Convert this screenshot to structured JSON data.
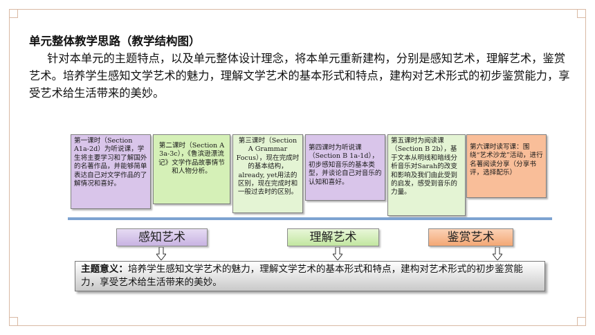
{
  "heading": "单元整体教学思路（教学结构图）",
  "intro": "针对本单元的主题特点，以及单元整体设计理念，将本单元重新建构，分别是感知艺术，理解艺术，鉴赏艺术。培养学生感知文学艺术的魅力，理解文学艺术的基本形式和特点，建构对艺术形式的初步鉴赏能力，享受艺术给生活带来的美妙。",
  "lessons": [
    {
      "text": "第一课时（Section A1a-2d）为听说课，学生将主要学习和了解国外的名著作品，并能够简单表达自己对文学作品的了解情况和喜好。",
      "color": "#d9c5ea"
    },
    {
      "text": "第二课时（Section A 3a-3c），《鲁滨逊漂流记》文学作品故事情节和人物分析。",
      "color": "#d5f0b7"
    },
    {
      "text": "第三课时（Section A Grammar Focus），现在完成时的基本结构，already, yet用法的区别，现在完成时和一般过去时的区别。",
      "color": "#e4f4d4"
    },
    {
      "text": "第四课时为听说课（Section B 1a-1d），初步感知音乐的基本类型，并谈论自己对音乐的认知和喜好。",
      "color": "#d9c5ea"
    },
    {
      "text": "第五课时为阅读课（Section B 2b），基于文本从明线和暗线分析音乐对Sarah的改变和影响及我们由此受到的启发，感受到音乐的力量。",
      "color": "#e4f4d4"
    },
    {
      "text": "第六课时读写课：围绕“艺术沙龙”活动，进行名著阅读分享（分享书评，选择配乐）",
      "color": "#f9be99"
    }
  ],
  "categories": [
    "感知艺术",
    "理解艺术",
    "鉴赏艺术"
  ],
  "theme": {
    "label": "主题意义：",
    "text": "培养学生感知文学艺术的魅力，理解文学艺术的基本形式和特点，建构对艺术形式的初步鉴赏能力，享受艺术给生活带来的美妙。"
  }
}
